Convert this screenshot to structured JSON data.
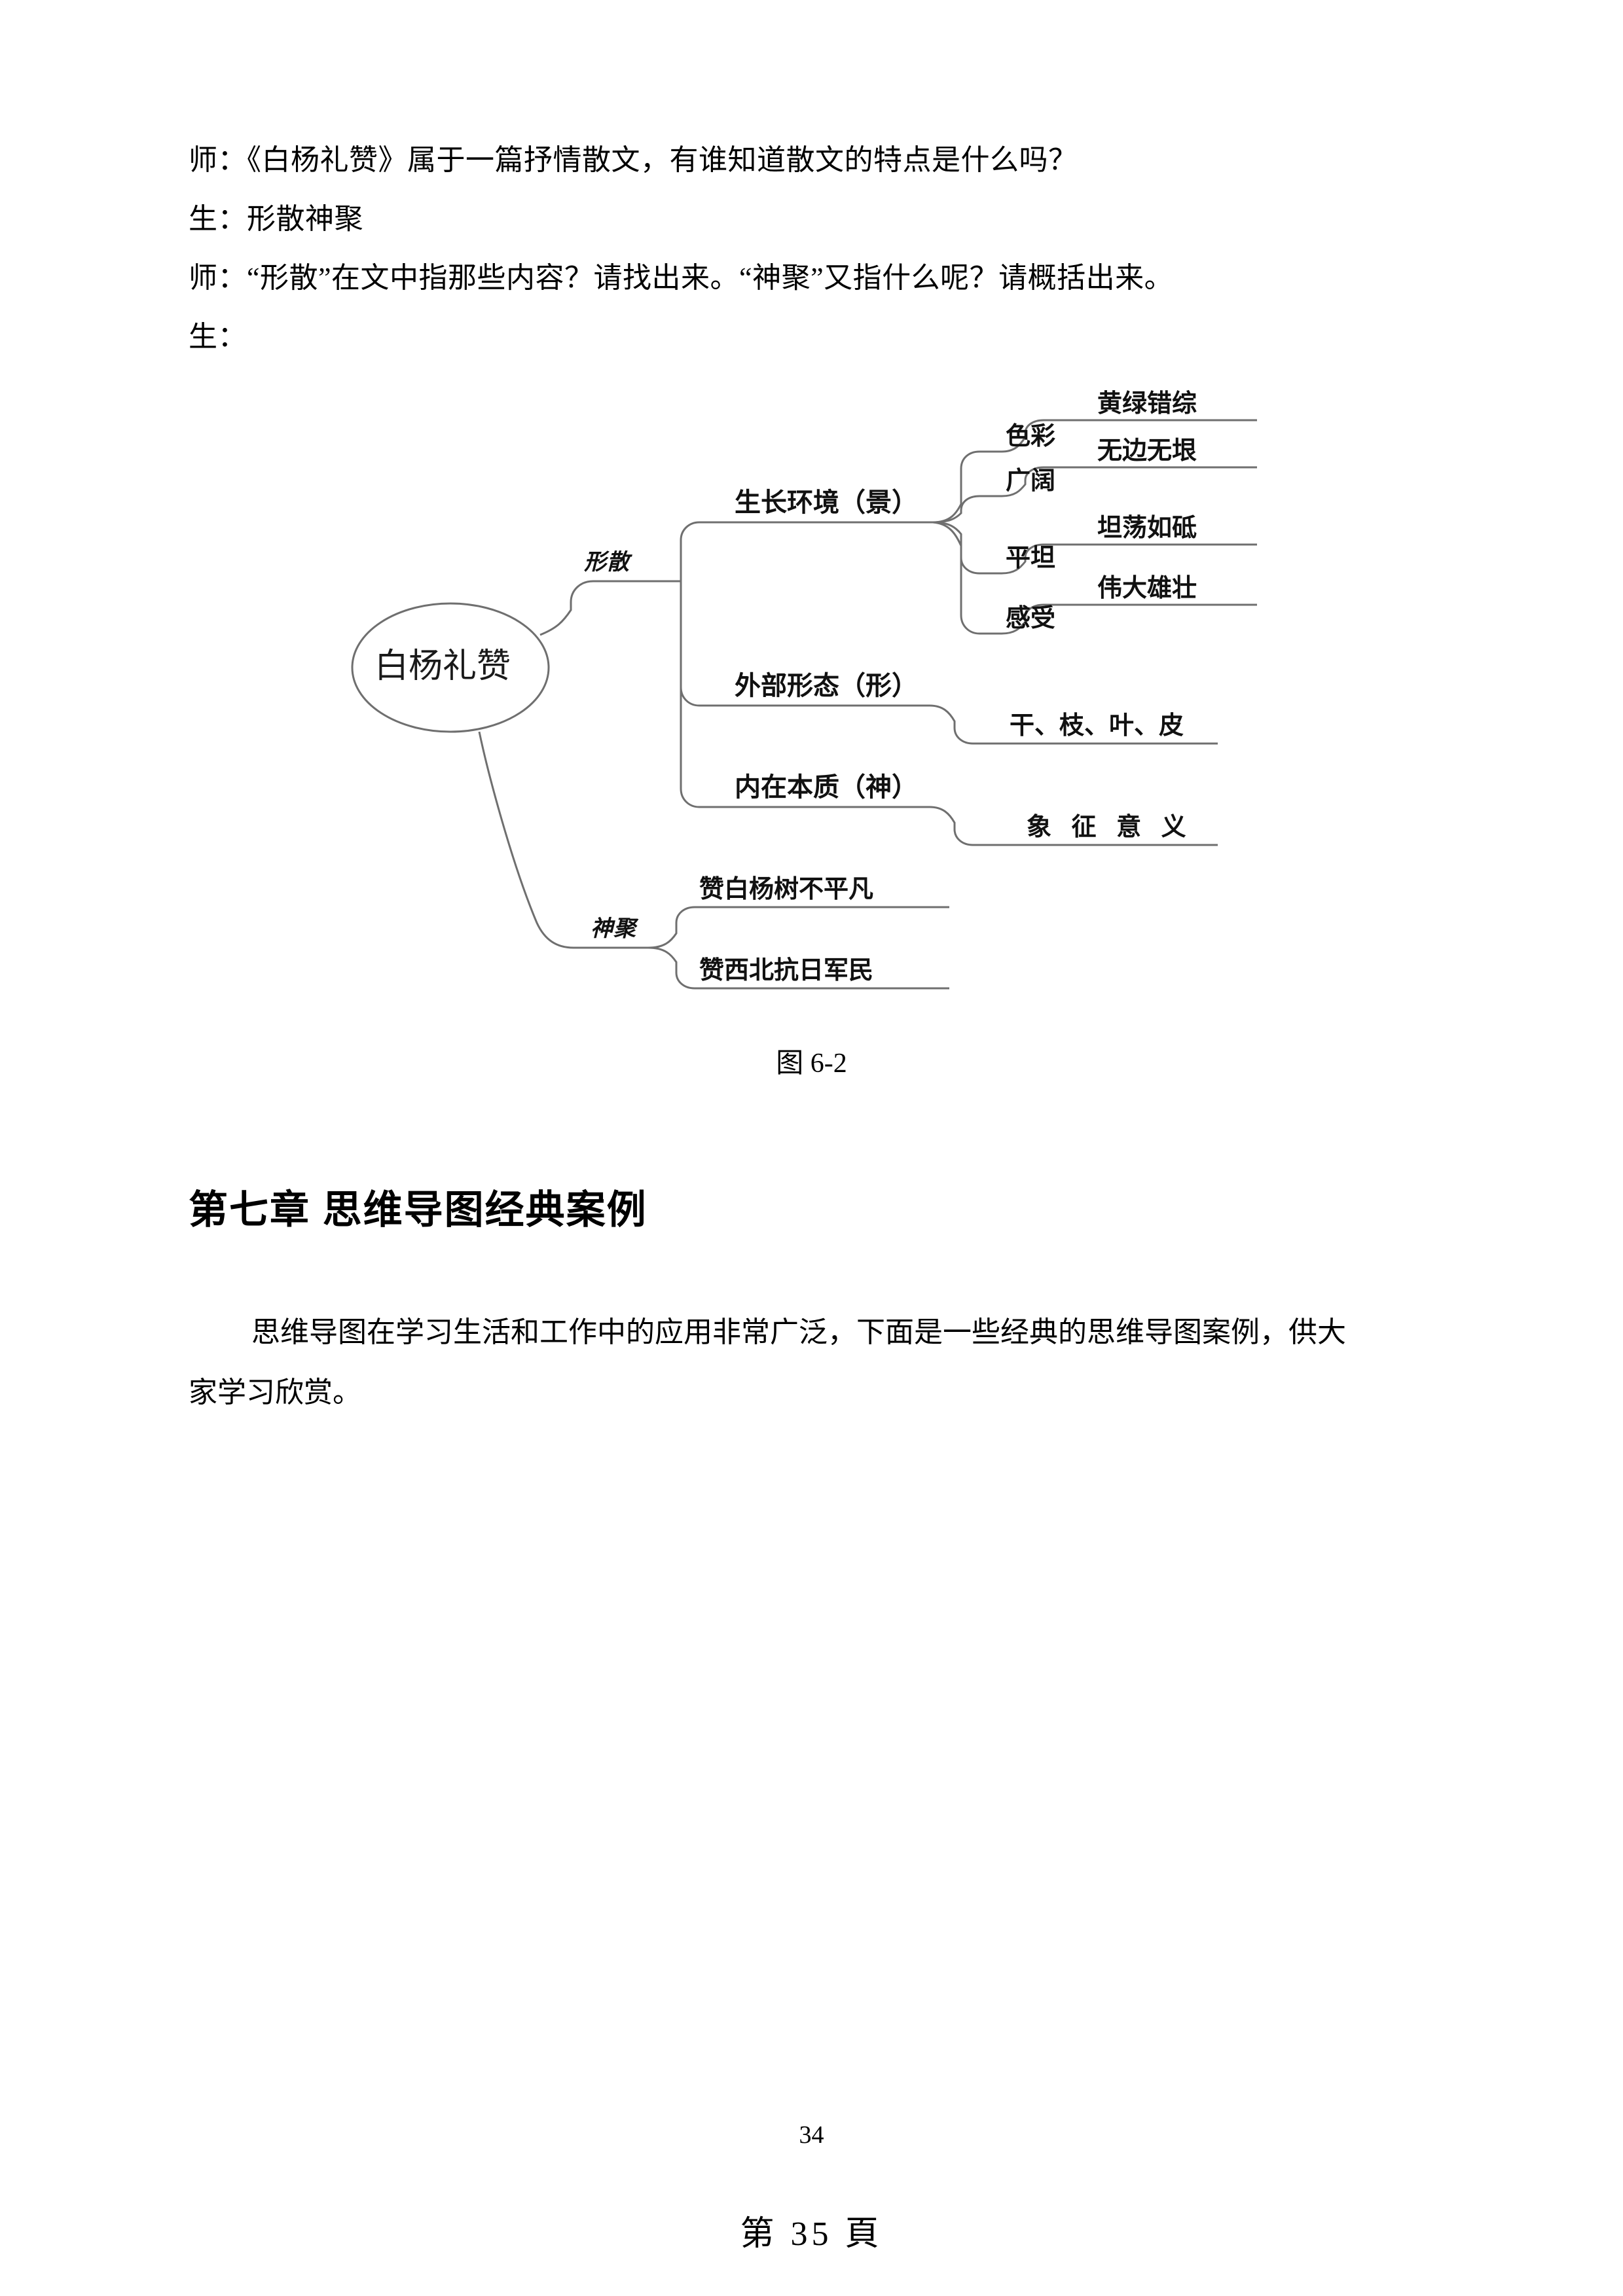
{
  "dialogue": {
    "lines": [
      "师：《白杨礼赞》属于一篇抒情散文，有谁知道散文的特点是什么吗？",
      "生：形散神聚",
      "师：“形散”在文中指那些内容？请找出来。“神聚”又指什么呢？请概括出来。",
      "生："
    ]
  },
  "figure": {
    "caption": "图 6-2",
    "mindmap": {
      "root": "白杨礼赞",
      "branches": [
        {
          "label": "形散",
          "nodes": [
            {
              "label": "生长环境（景）",
              "children": [
                {
                  "label": "色彩",
                  "leaf": "黄绿错综"
                },
                {
                  "label": "广阔",
                  "leaf": "无边无垠"
                },
                {
                  "label": "平坦",
                  "leaf": "坦荡如砥"
                },
                {
                  "label": "感受",
                  "leaf": "伟大雄壮"
                }
              ]
            },
            {
              "label": "外部形态（形）",
              "children": [
                {
                  "label": "",
                  "leaf": "干、枝、叶、皮"
                }
              ]
            },
            {
              "label": "内在本质（神）",
              "children": [
                {
                  "label": "",
                  "leaf": "象 征 意 义"
                }
              ]
            }
          ]
        },
        {
          "label": "神聚",
          "nodes": [
            {
              "label": "赞白杨树不平凡",
              "children": []
            },
            {
              "label": "赞西北抗日军民",
              "children": []
            }
          ]
        }
      ]
    }
  },
  "chapter": {
    "heading": "第七章  思维导图经典案例",
    "paragraph_lines": [
      "思维导图在学习生活和工作中的应用非常广泛，下面是一些经典的思维导图案例，供大",
      "家学习欣赏。"
    ]
  },
  "footer": {
    "page_number": "34",
    "page_label": "第 35 頁"
  },
  "colors": {
    "text": "#000000",
    "connector": "#6b6b6b",
    "leaf_rule": "#9a9a9a",
    "background": "#ffffff"
  }
}
